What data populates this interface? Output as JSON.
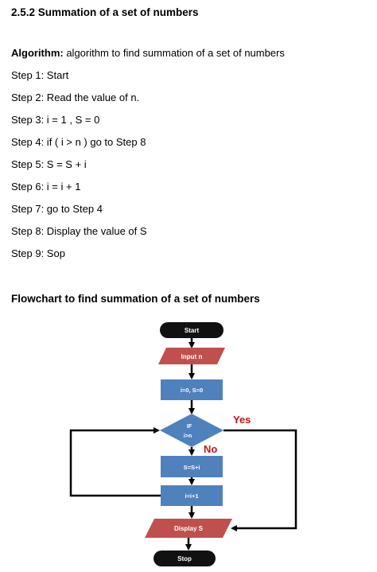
{
  "section_title": "2.5.2 Summation of a set of numbers",
  "algorithm": {
    "label": "Algorithm:",
    "description": " algorithm to find summation of a set of numbers"
  },
  "steps": [
    "Step 1: Start",
    "Step 2: Read the value of n.",
    "Step 3: i = 1 , S = 0",
    "Step 4: if ( i > n ) go to Step 8",
    "Step 5: S = S + i",
    "Step 6: i = i + 1",
    "Step 7: go to Step 4",
    "Step 8: Display the value of S",
    "Step 9: Sop"
  ],
  "flowchart_title": "Flowchart to find summation of a set of numbers",
  "flowchart": {
    "start": "Start",
    "input": "Input n",
    "init": "i=0, S=0",
    "decision_line1": "IF",
    "decision_line2": "i>n",
    "yes_label": "Yes",
    "no_label": "No",
    "sum": "S=S+i",
    "increment": "i=i+1",
    "display": "Display S",
    "stop": "Stop",
    "colors": {
      "terminal": "#111111",
      "io": "#c0504d",
      "process": "#4f81bd",
      "label_yes_no": "#c0161b",
      "arrow": "#000000"
    }
  }
}
